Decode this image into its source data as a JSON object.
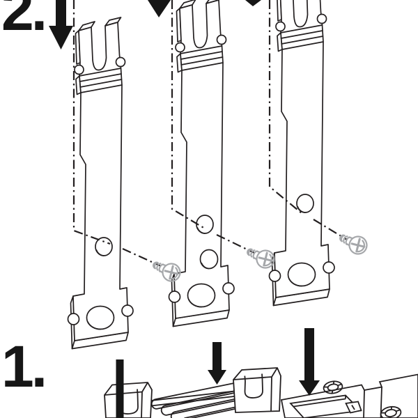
{
  "title": "Busbar adapter assembly instruction diagram",
  "steps": {
    "step1": "1.",
    "step2": "2."
  },
  "colors": {
    "line": "#231f20",
    "screw": "#a5a7aa",
    "arrow": "#161616",
    "background": "#ffffff"
  },
  "components": {
    "busbars": [
      "busbar-adapter-left",
      "busbar-adapter-middle",
      "busbar-adapter-right"
    ],
    "screws": [
      "phillips-screw-left",
      "phillips-screw-middle",
      "phillips-screw-right"
    ],
    "base": "contactor-base-unit",
    "guide_line_count": 3,
    "screw_count": 3,
    "insert_arrow_count": 6
  }
}
